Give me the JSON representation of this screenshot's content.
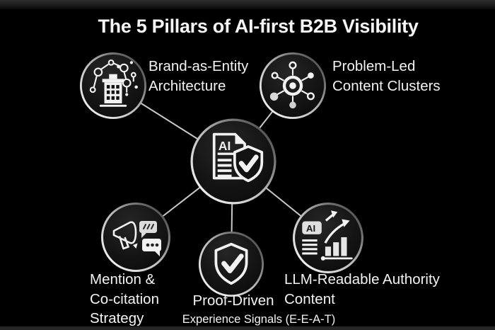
{
  "title": "The 5 Pillars of AI-first B2B Visibility",
  "theme": {
    "background": "#000000",
    "text_color": "#f3f3f3",
    "connector_color": "#c9c9c9",
    "ring_bright": "#ffffff",
    "ring_dark": "#333333"
  },
  "center_node": {
    "icon": "ai-document-shield-icon",
    "icon_text": "AI"
  },
  "pillars": [
    {
      "id": "brand-as-entity-architecture",
      "icon": "building-knowledge-graph-icon",
      "lines": [
        "Brand-as-Entity",
        "Architecture"
      ]
    },
    {
      "id": "problem-led-content-clusters",
      "icon": "hub-and-spokes-icon",
      "lines": [
        "Problem-Led",
        "Content Clusters"
      ]
    },
    {
      "id": "mention-co-citation-strategy",
      "icon": "megaphone-chat-bubbles-icon",
      "lines": [
        "Mention &",
        "Co-citation",
        "Strategy"
      ]
    },
    {
      "id": "proof-driven-experience-signals",
      "icon": "shield-checkmark-icon",
      "lines": [
        "Proof-Driven",
        "Experience Signals (E-E-A-T)"
      ]
    },
    {
      "id": "llm-readable-authority-content",
      "icon": "ai-growth-chart-icon",
      "icon_text": "AI",
      "lines": [
        "LLM-Readable Authority",
        "Content"
      ]
    }
  ]
}
